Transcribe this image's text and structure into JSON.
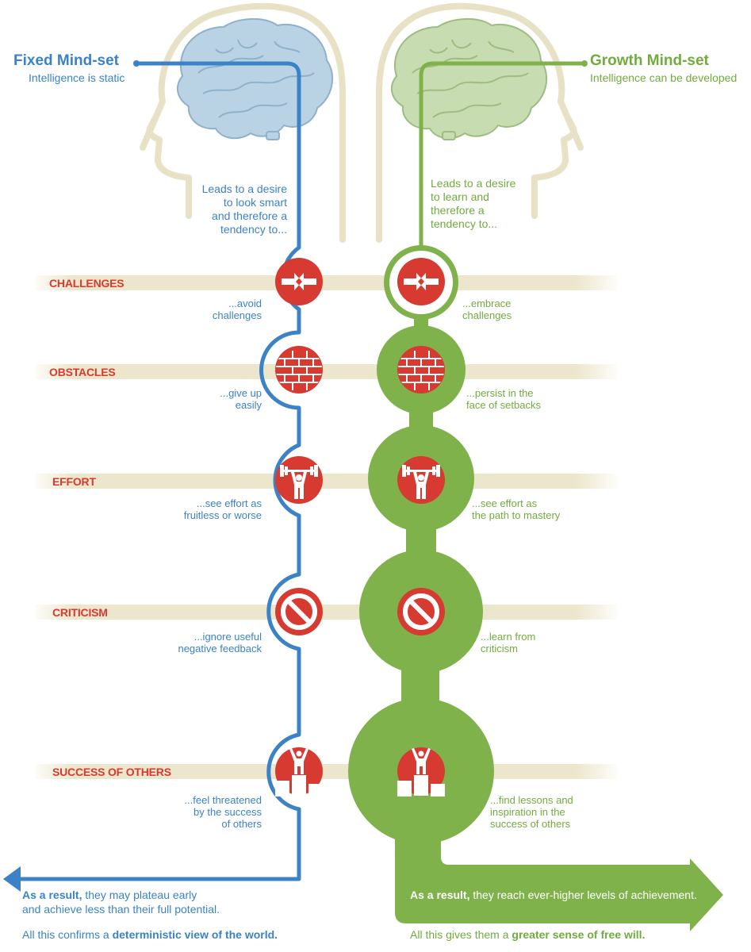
{
  "fixed": {
    "title": "Fixed Mind-set",
    "subtitle": "Intelligence is static",
    "lead": "Leads to a desire\nto look smart\nand therefore a\ntendency to...",
    "responses": [
      "...avoid\nchallenges",
      "...give up\neasily",
      "...see effort as\nfruitless or worse",
      "...ignore useful\nnegative feedback",
      "...feel threatened\nby the success\nof others"
    ],
    "result_bold": "As a result,",
    "result_line1": " they may plateau early",
    "result_line2": "and achieve less than their full potential.",
    "confirm_prefix": "All this confirms a ",
    "confirm_bold": "deterministic view of the world."
  },
  "growth": {
    "title": "Growth Mind-set",
    "subtitle": "Intelligence can be developed",
    "lead": "Leads to a desire\nto learn and\ntherefore a\ntendency to...",
    "responses": [
      "...embrace\nchallenges",
      "...persist in the\nface of setbacks",
      "...see effort as\nthe path to mastery",
      "...learn from\ncriticism",
      "...find lessons and\ninspiration in the\nsuccess of others"
    ],
    "result_bold": "As a result,",
    "result_rest": " they reach ever-higher levels of achievement.",
    "confirm_prefix": "All this gives them a ",
    "confirm_bold": "greater sense of free will."
  },
  "rows": [
    {
      "label": "CHALLENGES",
      "icon": "arrows-colliding-icon"
    },
    {
      "label": "OBSTACLES",
      "icon": "brick-wall-icon"
    },
    {
      "label": "EFFORT",
      "icon": "weightlifter-icon"
    },
    {
      "label": "CRITICISM",
      "icon": "prohibition-icon"
    },
    {
      "label": "SUCCESS OF OTHERS",
      "icon": "podium-winner-icon"
    }
  ],
  "colors": {
    "fixed_blue": "#3b83c6",
    "growth_green": "#7fb24a",
    "icon_red": "#d63a31",
    "band_tan": "#ece7cc",
    "brain_blue": "#b9d2e4",
    "brain_green": "#c8dcb1",
    "head_outline": "#e7e2c6"
  }
}
